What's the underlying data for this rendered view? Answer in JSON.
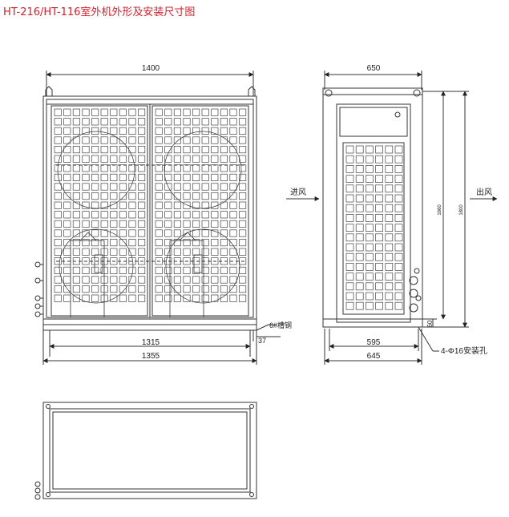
{
  "title": "HT-216/HT-116室外机外形及安装尺寸图",
  "front_view": {
    "width_label": "1400",
    "inner_width_label": "1315",
    "outer_width_label": "1355",
    "channel_label": "6#槽钢",
    "channel_height_label": "37"
  },
  "side_view": {
    "width_label": "650",
    "inlet_label": "进风",
    "outlet_label": "出风",
    "height_label_inner": "1660",
    "height_label_outer": "1800",
    "base_height_label": "60",
    "hole_spacing_label": "595",
    "base_width_label": "645",
    "mount_holes_label": "4-Φ16安装孔"
  }
}
